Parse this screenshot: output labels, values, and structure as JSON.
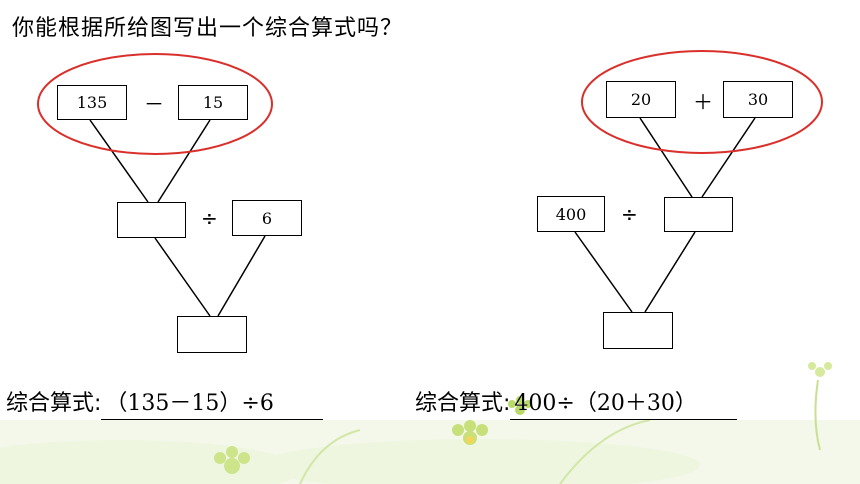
{
  "question": "你能根据所给图写出一个综合算式吗？",
  "left_tree": {
    "top_left": "135",
    "top_op": "－",
    "top_right": "15",
    "mid_left": "",
    "mid_op": "÷",
    "mid_right": "6",
    "bottom": ""
  },
  "right_tree": {
    "top_left": "20",
    "top_op": "＋",
    "top_right": "30",
    "mid_left": "400",
    "mid_op": "÷",
    "mid_right": "",
    "bottom": ""
  },
  "answers": {
    "left_label": "综合算式:",
    "left_expr": "（135－15）÷6",
    "right_label": "综合算式:",
    "right_expr": "400÷（20＋30）"
  },
  "colors": {
    "highlight_ellipse": "#d9302b",
    "background_decoration": "#e8f3d6"
  }
}
